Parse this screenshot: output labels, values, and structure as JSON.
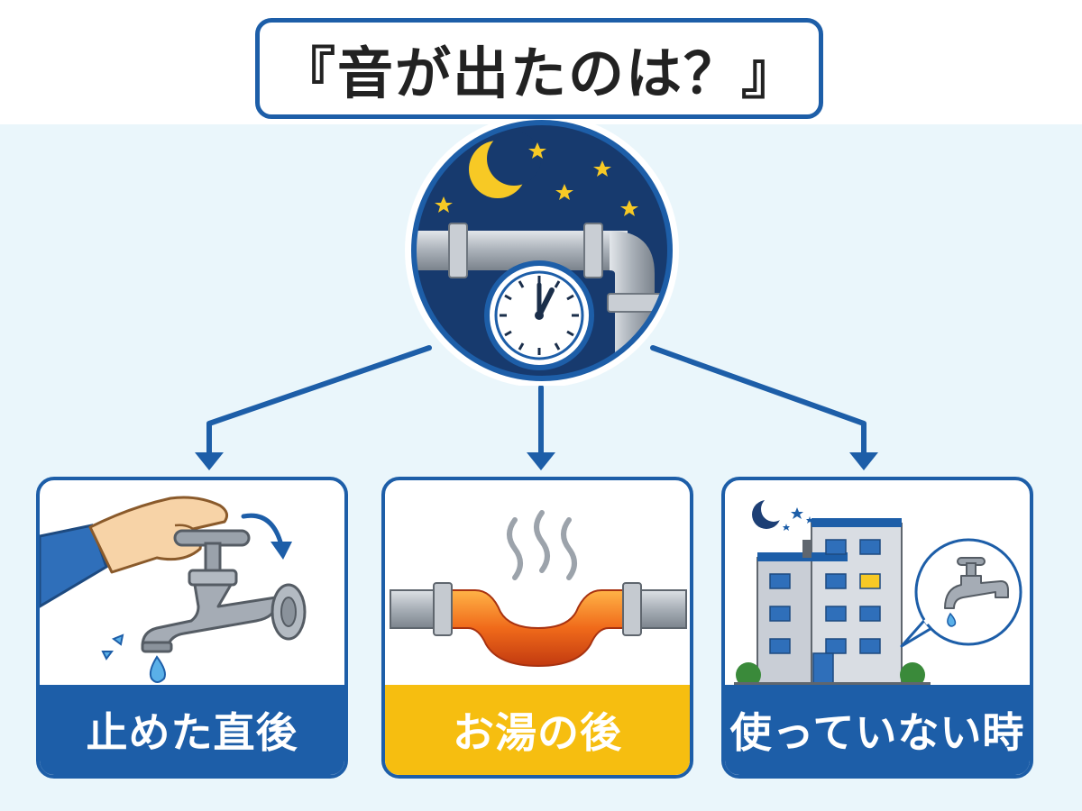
{
  "title": "『音が出たのは？』",
  "colors": {
    "primary_blue": "#1d5ea8",
    "accent_yellow": "#f6be10",
    "night_navy": "#173a6e",
    "background_band": "#eaf6fb"
  },
  "center": {
    "icons": [
      "crescent-moon-icon",
      "star-icon",
      "pipe-icon",
      "clock-icon"
    ]
  },
  "cards": [
    {
      "label": "止めた直後",
      "label_color": "blue",
      "icons": [
        "hand-icon",
        "faucet-icon",
        "turn-arrow-icon",
        "water-drop-icon"
      ]
    },
    {
      "label": "お湯の後",
      "label_color": "yellow",
      "icons": [
        "steam-icon",
        "hot-pipe-icon"
      ]
    },
    {
      "label": "使っていない時",
      "label_color": "blue",
      "icons": [
        "crescent-moon-icon",
        "apartment-building-icon",
        "faucet-icon",
        "speech-bubble-icon"
      ]
    }
  ]
}
